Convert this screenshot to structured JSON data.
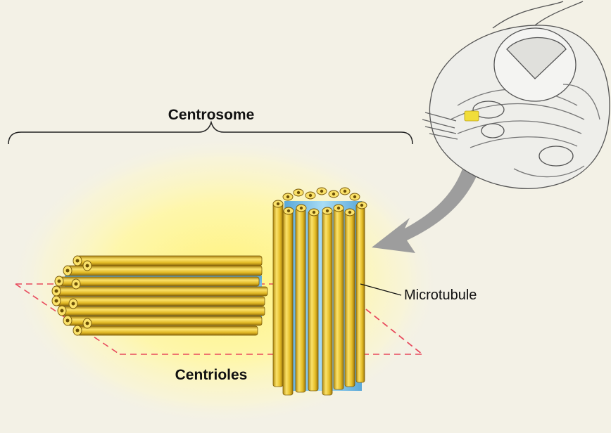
{
  "labels": {
    "centrosome": "Centrosome",
    "centrioles": "Centrioles",
    "microtubule": "Microtubule"
  },
  "colors": {
    "background": "#f3f1e6",
    "glow": "#fff27a",
    "tube_yellow": "#e8c22c",
    "tube_blue": "#7fc4ea",
    "plane_dash": "#e8495c",
    "arrow": "#9d9d9d",
    "cell_outline": "#555555",
    "centrosome_highlight": "#f1dd3a"
  }
}
